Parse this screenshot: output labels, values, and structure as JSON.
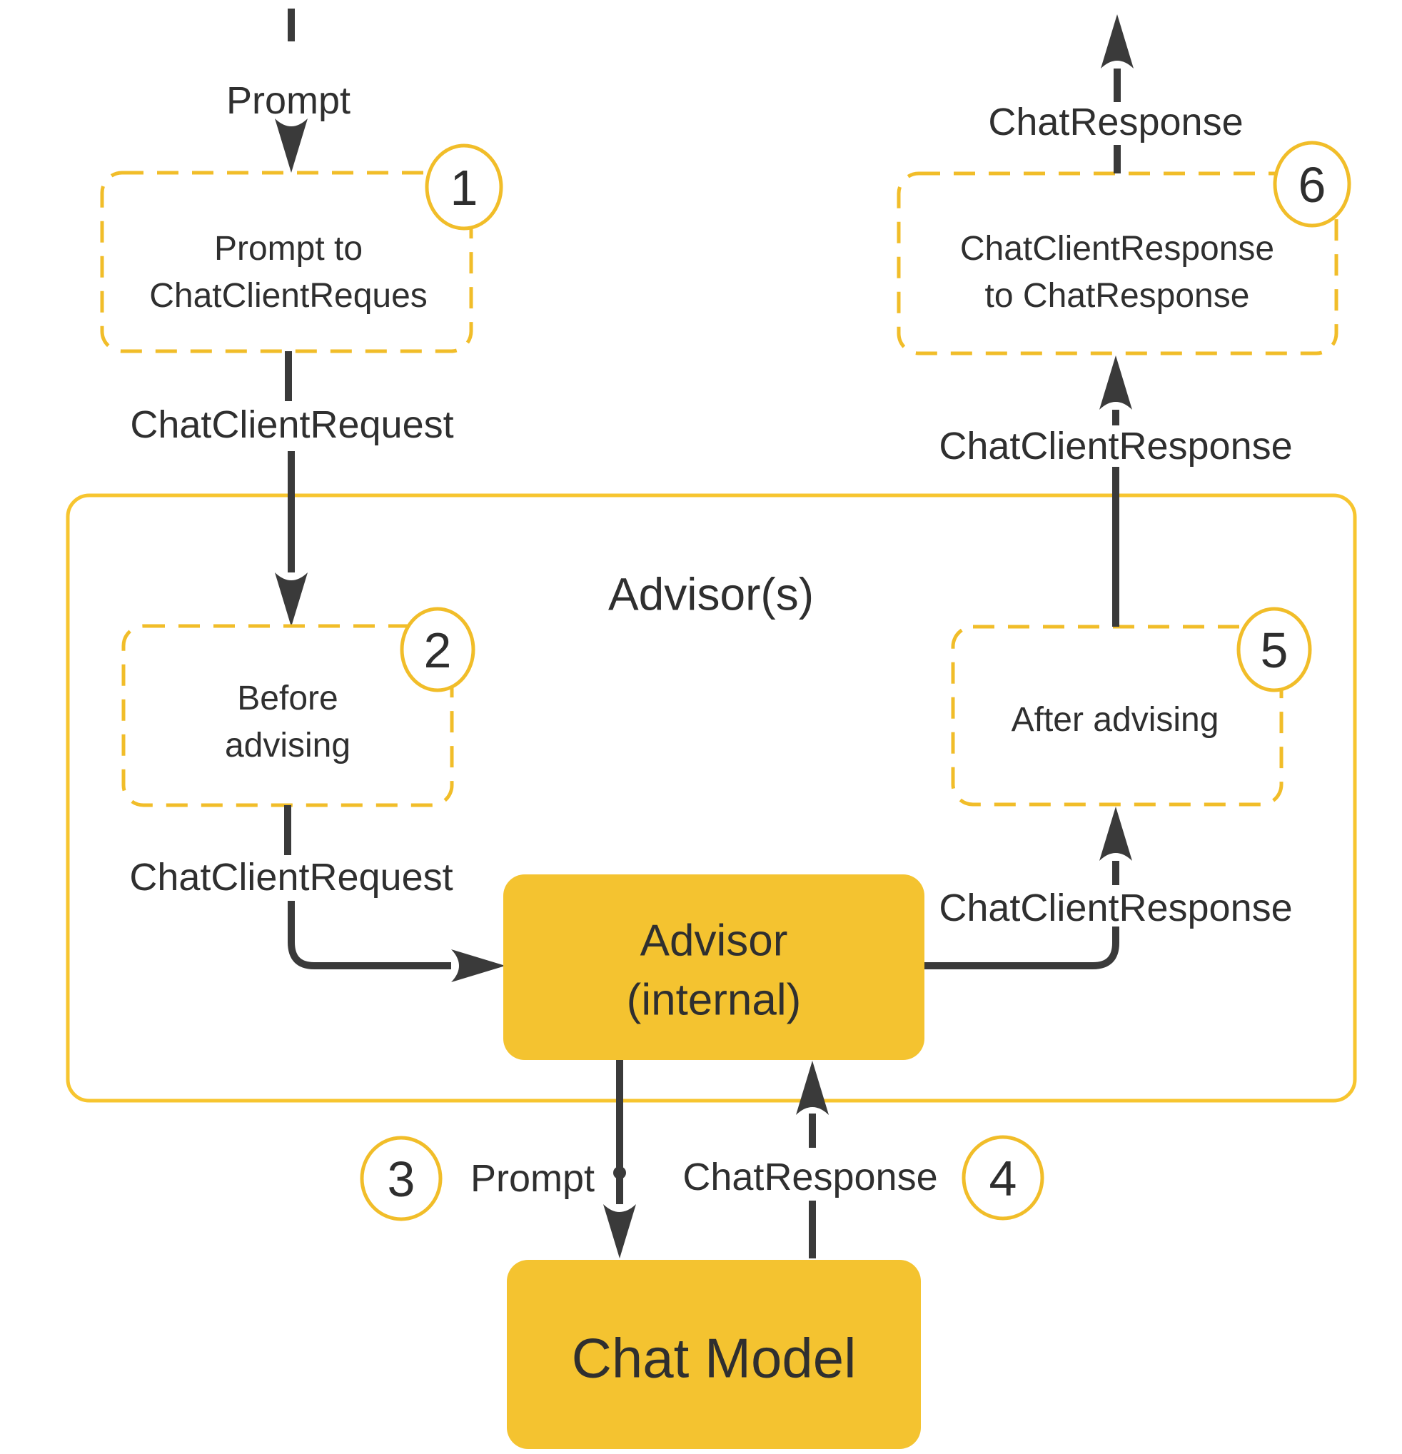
{
  "diagram": {
    "container_title": "Advisor(s)",
    "colors": {
      "accent_yellow_fill": "#F4C330",
      "accent_yellow_border": "#F7C52F",
      "dashed_yellow": "#F1BD29",
      "line_dark": "#3A3A3A",
      "text_dark": "#2F2F2F"
    },
    "badges": {
      "b1": "1",
      "b2": "2",
      "b3": "3",
      "b4": "4",
      "b5": "5",
      "b6": "6"
    },
    "nodes": {
      "step1": {
        "line1": "Prompt to",
        "line2": "ChatClientReques"
      },
      "step2": {
        "line1": "Before",
        "line2": "advising"
      },
      "step5": {
        "label": "After advising"
      },
      "step6": {
        "line1": "ChatClientResponse",
        "line2": "to ChatResponse"
      },
      "advisor_internal": {
        "line1": "Advisor",
        "line2": "(internal)"
      },
      "chat_model": {
        "label": "Chat Model"
      }
    },
    "edges": {
      "prompt_in": "Prompt",
      "chat_client_request_outer": "ChatClientRequest",
      "chat_client_request_inner": "ChatClientRequest",
      "chat_client_response_inner": "ChatClientResponse",
      "chat_client_response_outer": "ChatClientResponse",
      "chat_response_out": "ChatResponse",
      "prompt_to_model": "Prompt",
      "chat_response_from_model": "ChatResponse"
    }
  }
}
